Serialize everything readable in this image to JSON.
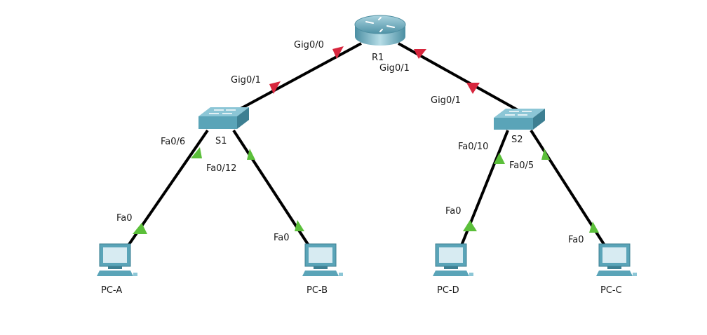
{
  "colors": {
    "link": "#000000",
    "port_down": "#d7263d",
    "port_up": "#5bbf3a",
    "device_body": "#5aa4b8",
    "device_top": "#8cc6d6",
    "device_dark": "#3d7f92",
    "screen": "#d7ebf2",
    "background": "#ffffff"
  },
  "devices": [
    {
      "id": "R1",
      "type": "router",
      "label": "R1"
    },
    {
      "id": "S1",
      "type": "switch",
      "label": "S1"
    },
    {
      "id": "S2",
      "type": "switch",
      "label": "S2"
    },
    {
      "id": "PC-A",
      "type": "pc",
      "label": "PC-A"
    },
    {
      "id": "PC-B",
      "type": "pc",
      "label": "PC-B"
    },
    {
      "id": "PC-D",
      "type": "pc",
      "label": "PC-D"
    },
    {
      "id": "PC-C",
      "type": "pc",
      "label": "PC-C"
    }
  ],
  "links": [
    {
      "from": "R1",
      "from_port": "Gig0/0",
      "to": "S1",
      "to_port": "Gig0/1",
      "status": "down"
    },
    {
      "from": "R1",
      "from_port": "Gig0/1",
      "to": "S2",
      "to_port": "Gig0/1",
      "status": "down"
    },
    {
      "from": "S1",
      "from_port": "Fa0/6",
      "to": "PC-A",
      "to_port": "Fa0",
      "status": "up"
    },
    {
      "from": "S1",
      "from_port": "Fa0/12",
      "to": "PC-B",
      "to_port": "Fa0",
      "status": "up"
    },
    {
      "from": "S2",
      "from_port": "Fa0/10",
      "to": "PC-D",
      "to_port": "Fa0",
      "status": "up"
    },
    {
      "from": "S2",
      "from_port": "Fa0/5",
      "to": "PC-C",
      "to_port": "Fa0",
      "status": "up"
    }
  ]
}
